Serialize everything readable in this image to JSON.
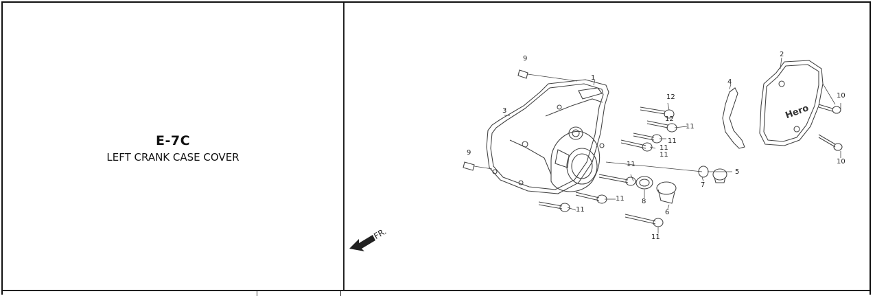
{
  "section": {
    "code": "E-7C",
    "title": "LEFT CRANK CASE COVER"
  },
  "diagram": {
    "direction_label": "FR.",
    "brand_label": "Hero",
    "callouts": [
      {
        "id": "c1",
        "label": "1"
      },
      {
        "id": "c2",
        "label": "2"
      },
      {
        "id": "c3",
        "label": "3"
      },
      {
        "id": "c4",
        "label": "4"
      },
      {
        "id": "c5",
        "label": "5"
      },
      {
        "id": "c6",
        "label": "6"
      },
      {
        "id": "c7",
        "label": "7"
      },
      {
        "id": "c8",
        "label": "8"
      },
      {
        "id": "c9a",
        "label": "9"
      },
      {
        "id": "c9b",
        "label": "9"
      },
      {
        "id": "c10a",
        "label": "10"
      },
      {
        "id": "c10b",
        "label": "10"
      },
      {
        "id": "c11a",
        "label": "11"
      },
      {
        "id": "c11b",
        "label": "11"
      },
      {
        "id": "c11c",
        "label": "11"
      },
      {
        "id": "c11d",
        "label": "11"
      },
      {
        "id": "c11e",
        "label": "11"
      },
      {
        "id": "c11f",
        "label": "11"
      },
      {
        "id": "c11g",
        "label": "11"
      },
      {
        "id": "c11h",
        "label": "11"
      },
      {
        "id": "c12a",
        "label": "12"
      },
      {
        "id": "c12b",
        "label": "12"
      }
    ]
  },
  "colors": {
    "line": "#444444",
    "border": "#111111"
  }
}
